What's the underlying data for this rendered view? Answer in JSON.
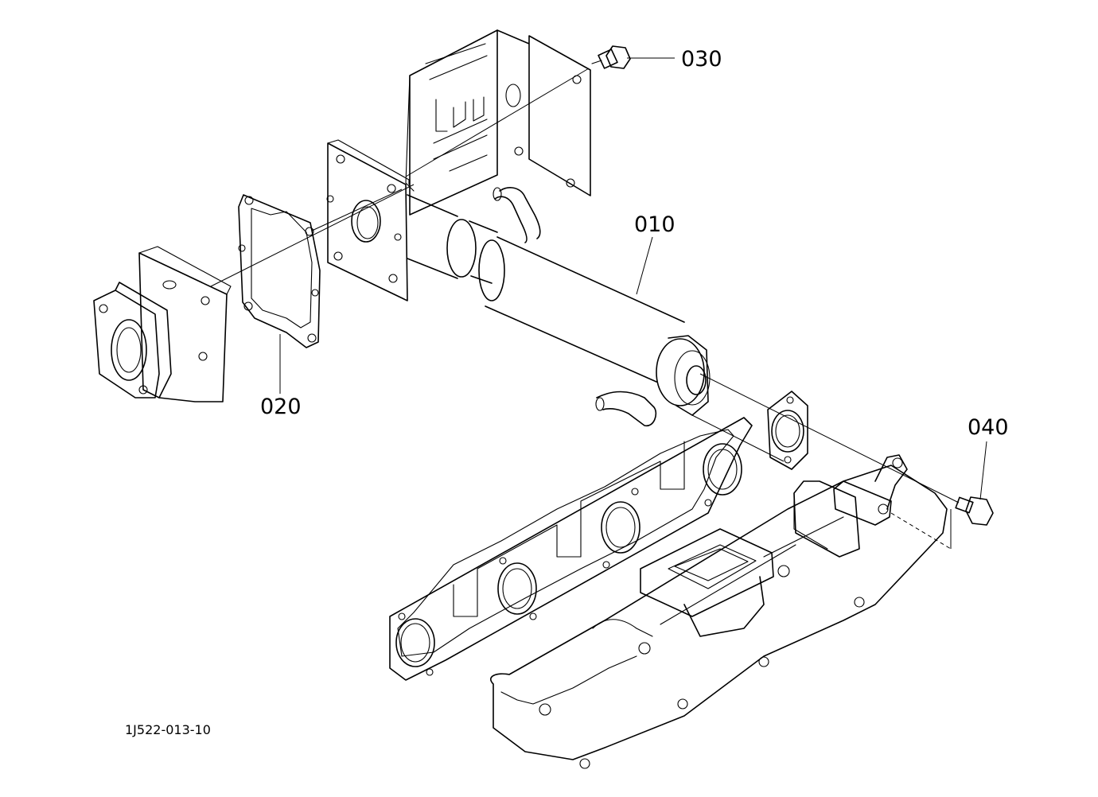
{
  "callouts": {
    "part_010": "010",
    "part_020": "020",
    "part_030": "030",
    "part_040": "040"
  },
  "drawing_number": "1J522-013-10"
}
